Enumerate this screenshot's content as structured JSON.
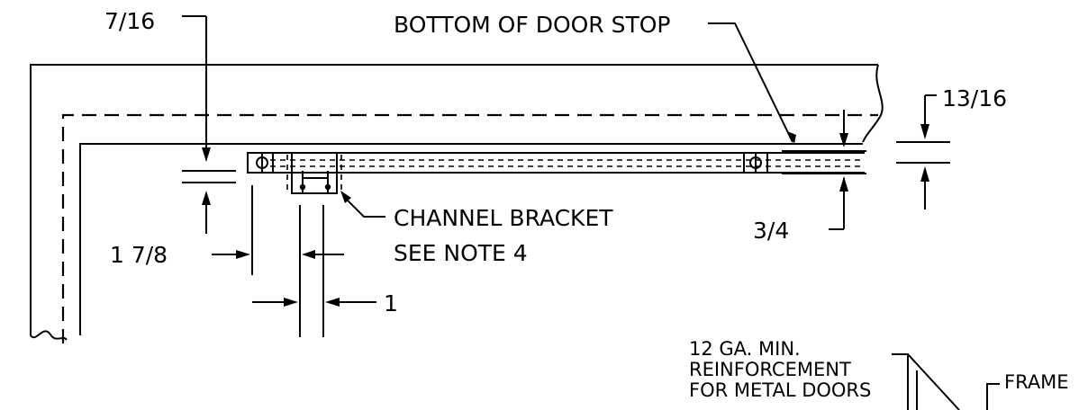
{
  "labels": {
    "dim_7_16": "7/16",
    "door_stop": "BOTTOM OF DOOR STOP",
    "dim_13_16": "13/16",
    "channel_bracket_l1": "CHANNEL BRACKET",
    "channel_bracket_l2": "SEE NOTE 4",
    "dim_3_4": "3/4",
    "dim_1_7_8": "1 7/8",
    "dim_1": "1",
    "reinf_l1": "12 GA. MIN.",
    "reinf_l2": "REINFORCEMENT",
    "reinf_l3": "FOR METAL DOORS",
    "frame": "FRAME"
  }
}
